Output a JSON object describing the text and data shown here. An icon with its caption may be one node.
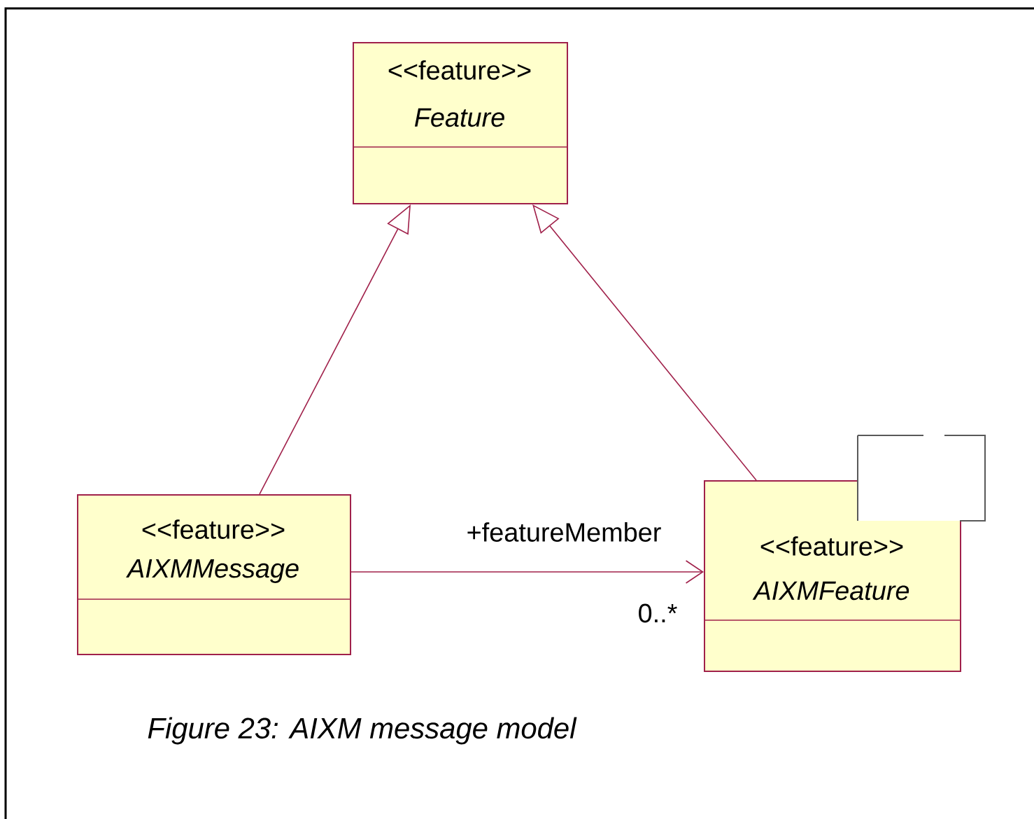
{
  "diagram": {
    "caption": "Figure 23: AIXM message model",
    "nodes": [
      {
        "text": [
          "<<feature>>",
          "Feature"
        ]
      },
      {
        "text": [
          "<<feature>>",
          "AIXMMessage"
        ]
      },
      {
        "text": [
          "<<feature>>",
          "AIXMFeature"
        ]
      }
    ],
    "edges": [
      {
        "from": 1,
        "to": 0,
        "arrow": "to"
      },
      {
        "from": 2,
        "to": 0,
        "arrow": "to"
      },
      {
        "from": 1,
        "to": 2,
        "arrow": "to",
        "label": "+featureMember"
      }
    ],
    "labels": [
      "0..*"
    ]
  }
}
